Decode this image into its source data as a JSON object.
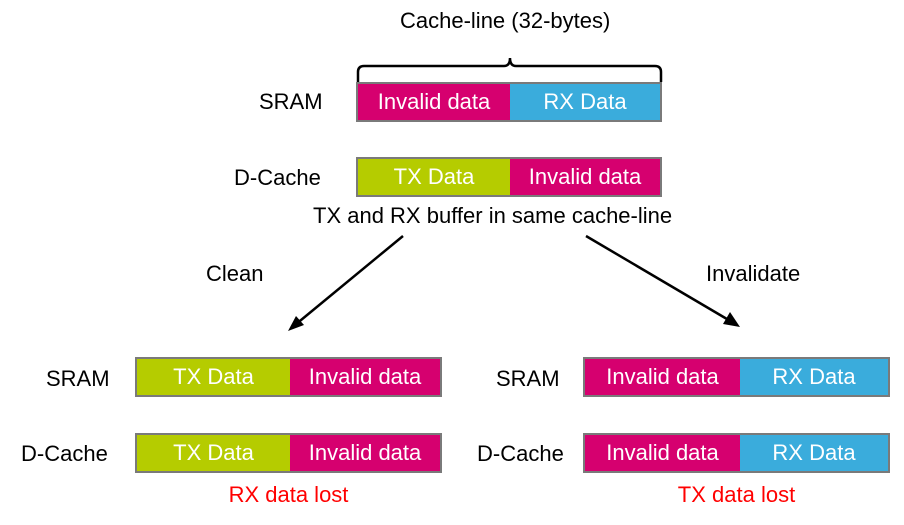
{
  "colors": {
    "invalid": "#d6006f",
    "rx": "#3aacdc",
    "tx": "#b5cc00",
    "lost": "#ff0000",
    "border": "#7a7a7a"
  },
  "top": {
    "cache_line_label": "Cache-line (32-bytes)",
    "sram_label": "SRAM",
    "sram_cells": [
      "Invalid data",
      "RX Data"
    ],
    "dcache_label": "D-Cache",
    "dcache_cells": [
      "TX Data",
      "Invalid data"
    ],
    "caption": "TX and RX buffer in same cache-line"
  },
  "left": {
    "operation": "Clean",
    "sram_label": "SRAM",
    "sram_cells": [
      "TX Data",
      "Invalid data"
    ],
    "dcache_label": "D-Cache",
    "dcache_cells": [
      "TX Data",
      "Invalid data"
    ],
    "result": "RX data lost"
  },
  "right": {
    "operation": "Invalidate",
    "sram_label": "SRAM",
    "sram_cells": [
      "Invalid data",
      "RX Data"
    ],
    "dcache_label": "D-Cache",
    "dcache_cells": [
      "Invalid data",
      "RX Data"
    ],
    "result": "TX data lost"
  }
}
